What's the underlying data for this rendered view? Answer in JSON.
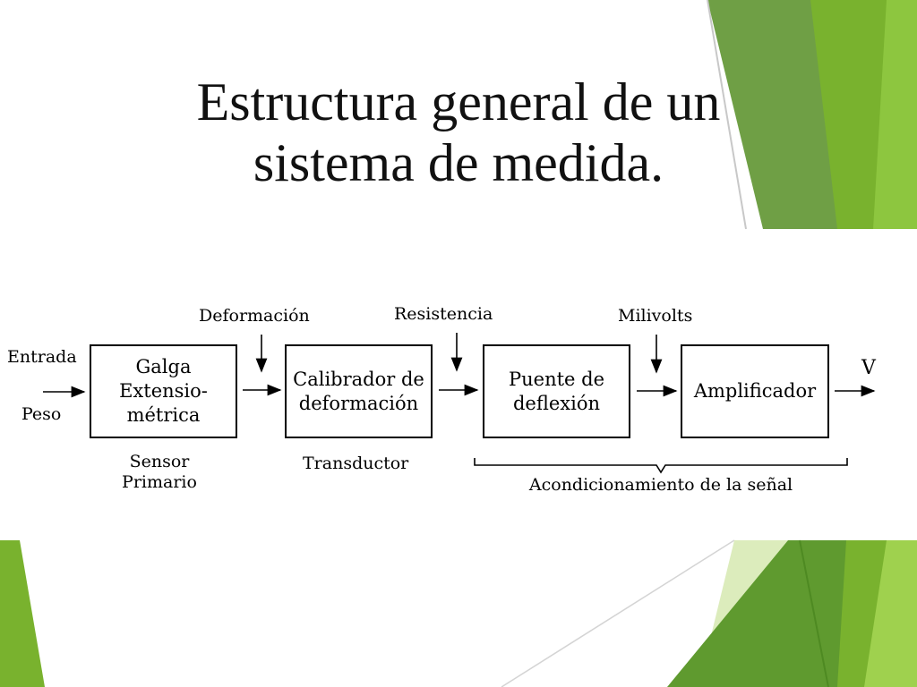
{
  "slide": {
    "title_lines": [
      "Estructura general de un",
      "sistema de medida."
    ]
  },
  "diagram": {
    "input": {
      "line1": "Entrada",
      "line2": "Peso"
    },
    "output": "V",
    "blocks": [
      {
        "id": "galga",
        "lines": [
          "Galga",
          "Extensio-",
          "métrica"
        ]
      },
      {
        "id": "calibrador",
        "lines": [
          "Calibrador de",
          "deformación"
        ]
      },
      {
        "id": "puente",
        "lines": [
          "Puente de",
          "deflexión"
        ]
      },
      {
        "id": "amplificador",
        "lines": [
          "Amplificador"
        ]
      }
    ],
    "signals": [
      "Deformación",
      "Resistencia",
      "Milivolts"
    ],
    "captions": {
      "sensor": [
        "Sensor",
        "Primario"
      ],
      "transductor": "Transductor",
      "acondicionamiento": "Acondicionamiento de la señal"
    }
  },
  "colors": {
    "green_dark": "#5f8f3a",
    "green_mid": "#79b22e",
    "green_light": "#8dc63f",
    "green_pale": "#d8eab8"
  }
}
